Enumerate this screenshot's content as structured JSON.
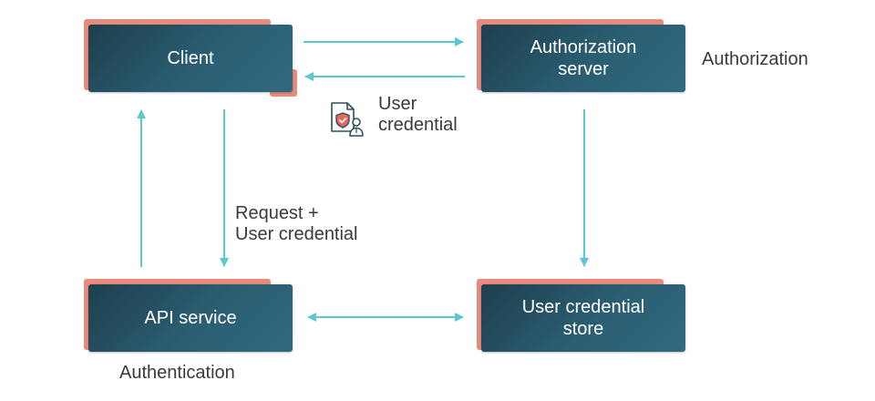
{
  "diagram": {
    "nodes": {
      "client": {
        "label": "Client"
      },
      "authorization_server": {
        "label": "Authorization\nserver"
      },
      "api_service": {
        "label": "API service"
      },
      "user_credential_store": {
        "label": "User credential\nstore"
      }
    },
    "annotations": {
      "authorization": "Authorization",
      "authentication": "Authentication",
      "request_user_credential": "Request +\nUser credential",
      "user_credential": "User\ncredential"
    },
    "edges": [
      {
        "from": "client",
        "to": "authorization_server",
        "direction": "forward"
      },
      {
        "from": "authorization_server",
        "to": "client",
        "direction": "forward"
      },
      {
        "from": "authorization_server",
        "to": "user_credential_store",
        "direction": "forward"
      },
      {
        "from": "client",
        "to": "api_service",
        "direction": "forward"
      },
      {
        "from": "api_service",
        "to": "client",
        "direction": "forward"
      },
      {
        "from": "api_service",
        "to": "user_credential_store",
        "direction": "both"
      }
    ],
    "icons": {
      "credential": "credential-document-user-icon"
    },
    "colors": {
      "node_fill": "#2b5e72",
      "node_frame": "#e98a7c",
      "arrow": "#5cc8d0",
      "text": "#3a3a3a",
      "icon_accent": "#e8665a"
    }
  }
}
